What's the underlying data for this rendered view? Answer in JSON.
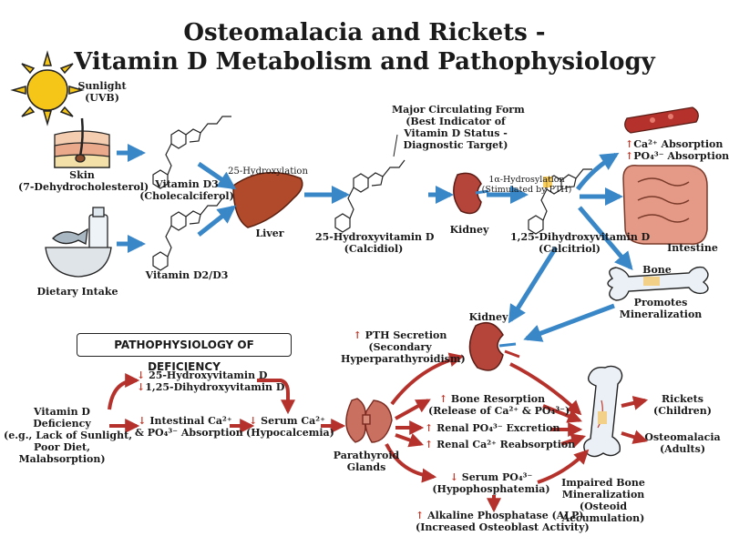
{
  "title": {
    "line1": "Osteomalacia and Rickets -",
    "line2": "Vitamin D Metabolism and Pathophysiology"
  },
  "top": {
    "sunlight": [
      "Sunlight",
      "(UVB)"
    ],
    "skin": [
      "Skin",
      "(7-Dehydrocholesterol)"
    ],
    "dietary_intake": "Dietary Intake",
    "vitamin_d3": [
      "Vitamin D3",
      "(Cholecalciferol)"
    ],
    "vitamin_d2d3": "Vitamin D2/D3",
    "hydroxylation_25": "25-Hydroxylation",
    "liver": "Liver",
    "calcidiol": [
      "25-Hydroxyvitamin D",
      "(Calcidiol)"
    ],
    "major_form": [
      "Major Circulating Form",
      "(Best Indicator of",
      "Vitamin D Status -",
      "Diagnostic Target)"
    ],
    "kidney": "Kidney",
    "hydroxylation_1a": [
      "1α-Hydrosylation",
      "(Stimulated by PTH)"
    ],
    "calcitriol": [
      "1,25-Dihydroxyvitamin D",
      "(Calcitriol)"
    ],
    "ca_absorption": "Ca²⁺ Absorption",
    "po4_absorption": "PO₄³⁻ Absorption",
    "intestine": "Intestine",
    "bone": "Bone",
    "promotes": [
      "Promotes",
      "Mineralization"
    ],
    "kidney2": "Kidney"
  },
  "bottom": {
    "heading": "PATHOPHYSIOLOGY OF DEFICIENCY",
    "vitd_deficiency": [
      "Vitamin D",
      "Deficiency",
      "(e.g., Lack of Sunlight,",
      "Poor Diet,",
      "Malabsorption)"
    ],
    "low_25": "25-Hydroxyvitamin D",
    "low_125": "1,25-Dihydroxyvitamin D",
    "intestinal": [
      "Intestinal Ca²⁺",
      "& PO₄³⁻ Absorption"
    ],
    "serum_ca": [
      "Serum Ca²⁺",
      "(Hypocalcemia)"
    ],
    "parathyroid": [
      "Parathyroid",
      "Glands"
    ],
    "pth": [
      "PTH Secretion",
      "(Secondary",
      "Hyperparathyroidism)"
    ],
    "bone_resorption": [
      "Bone Resorption",
      "(Release of Ca²⁺ & PO₄³⁻)"
    ],
    "renal_po4": "Renal PO₄³⁻ Excretion",
    "renal_ca": "Renal Ca²⁺ Reabsorption",
    "serum_po4": [
      "Serum PO₄³⁻",
      "(Hypophosphatemia)"
    ],
    "alp": [
      "Alkaline Phosphatase (ALP)",
      "(Increased Osteoblast Activity)"
    ],
    "impaired": [
      "Impaired Bone",
      "Mineralization",
      "(Osteoid",
      "Accumulation)"
    ],
    "rickets": [
      "Rickets",
      "(Children)"
    ],
    "osteomalacia": [
      "Osteomalacia",
      "(Adults)"
    ]
  },
  "symbols": {
    "up": "↑",
    "down": "↓"
  },
  "colors": {
    "blue_arrow": "#3a87c8",
    "red_arrow": "#b5322c",
    "calcidiol_box": "#f6c23a",
    "liver": "#b04a2a",
    "kidney": "#b5443a",
    "sun": "#f5c518"
  }
}
